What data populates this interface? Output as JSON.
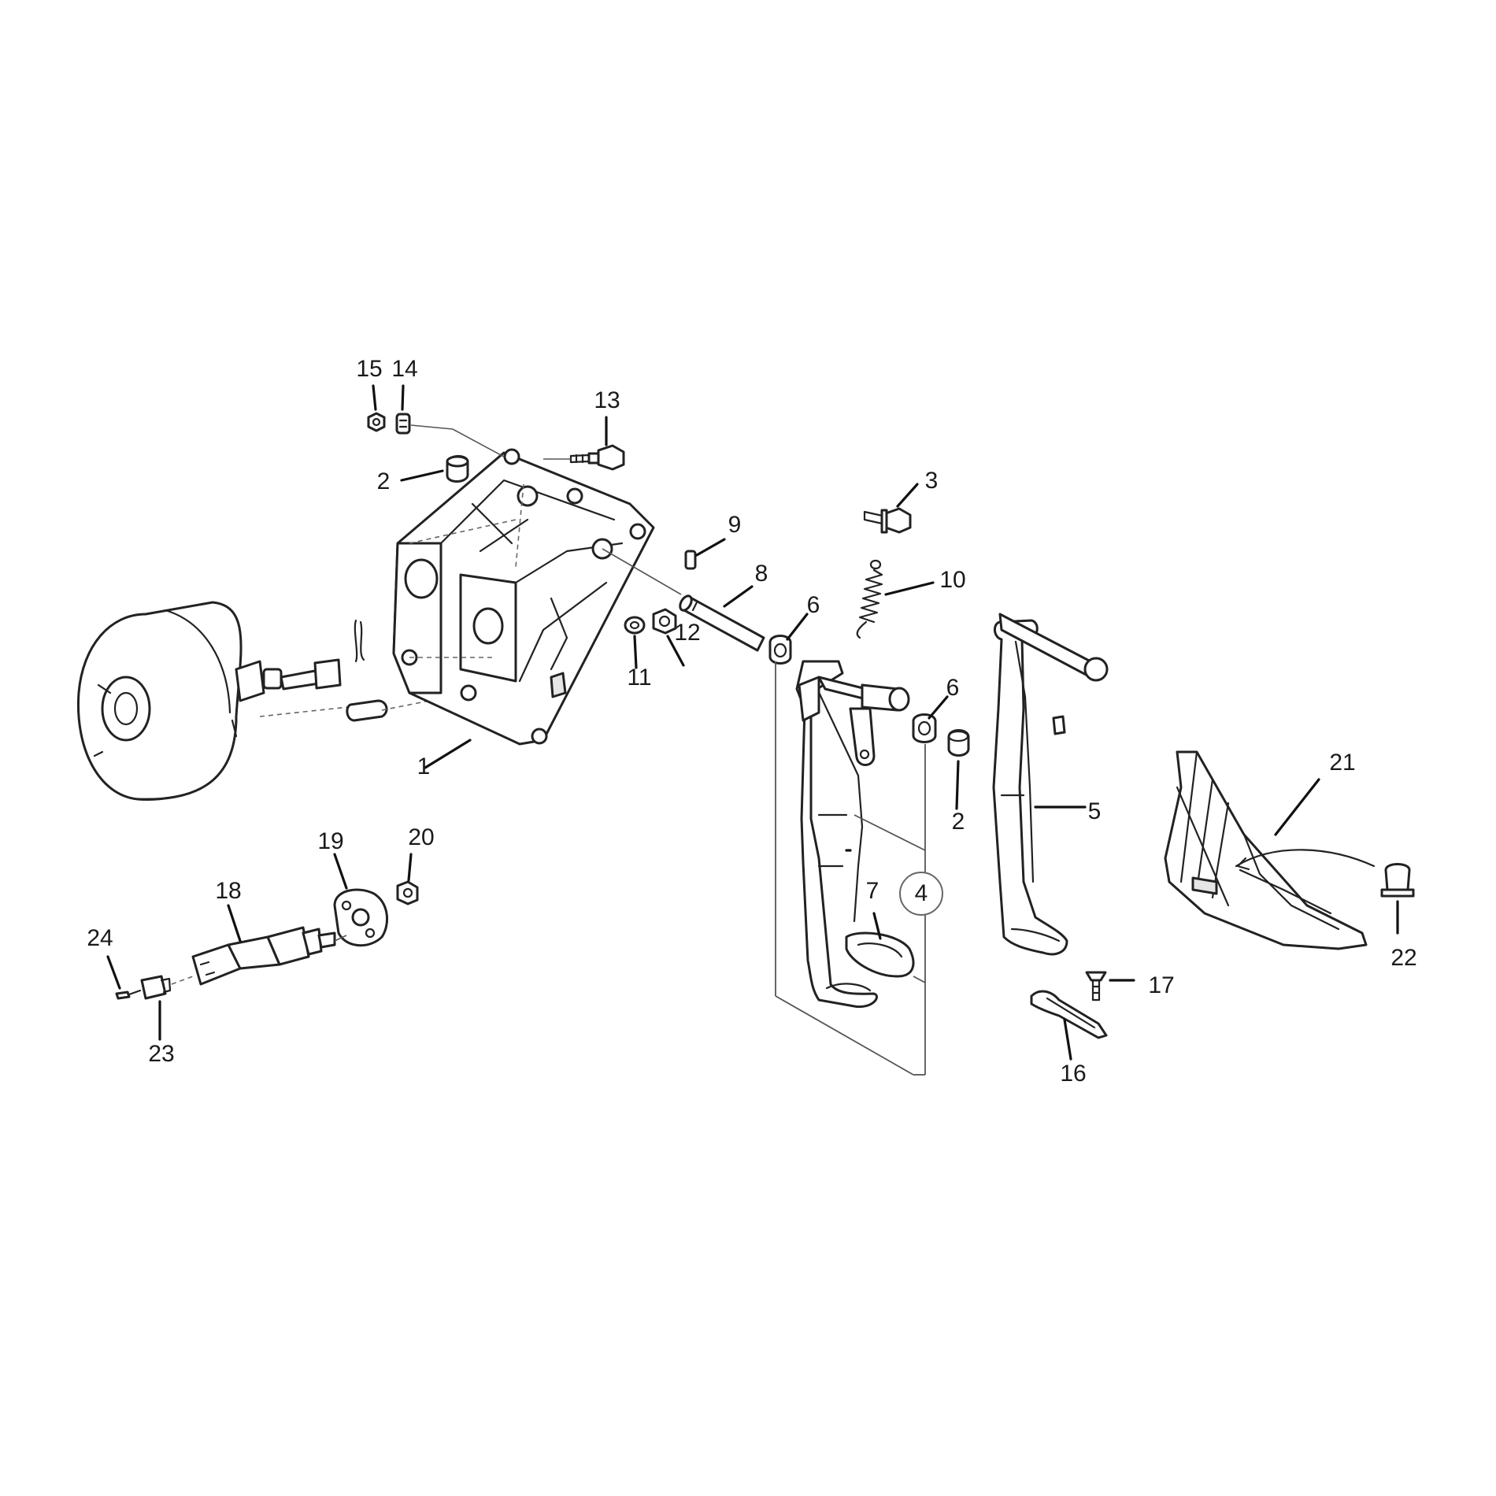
{
  "diagram": {
    "callouts": {
      "c1": "1",
      "c2a": "2",
      "c2b": "2",
      "c3": "3",
      "c4": "4",
      "c5": "5",
      "c6a": "6",
      "c6b": "6",
      "c7": "7",
      "c8": "8",
      "c9": "9",
      "c10": "10",
      "c11": "11",
      "c12": "12",
      "c13": "13",
      "c14": "14",
      "c15": "15",
      "c16": "16",
      "c17": "17",
      "c18": "18",
      "c19": "19",
      "c20": "20",
      "c21": "21",
      "c22": "22",
      "c23": "23",
      "c24": "24"
    }
  }
}
